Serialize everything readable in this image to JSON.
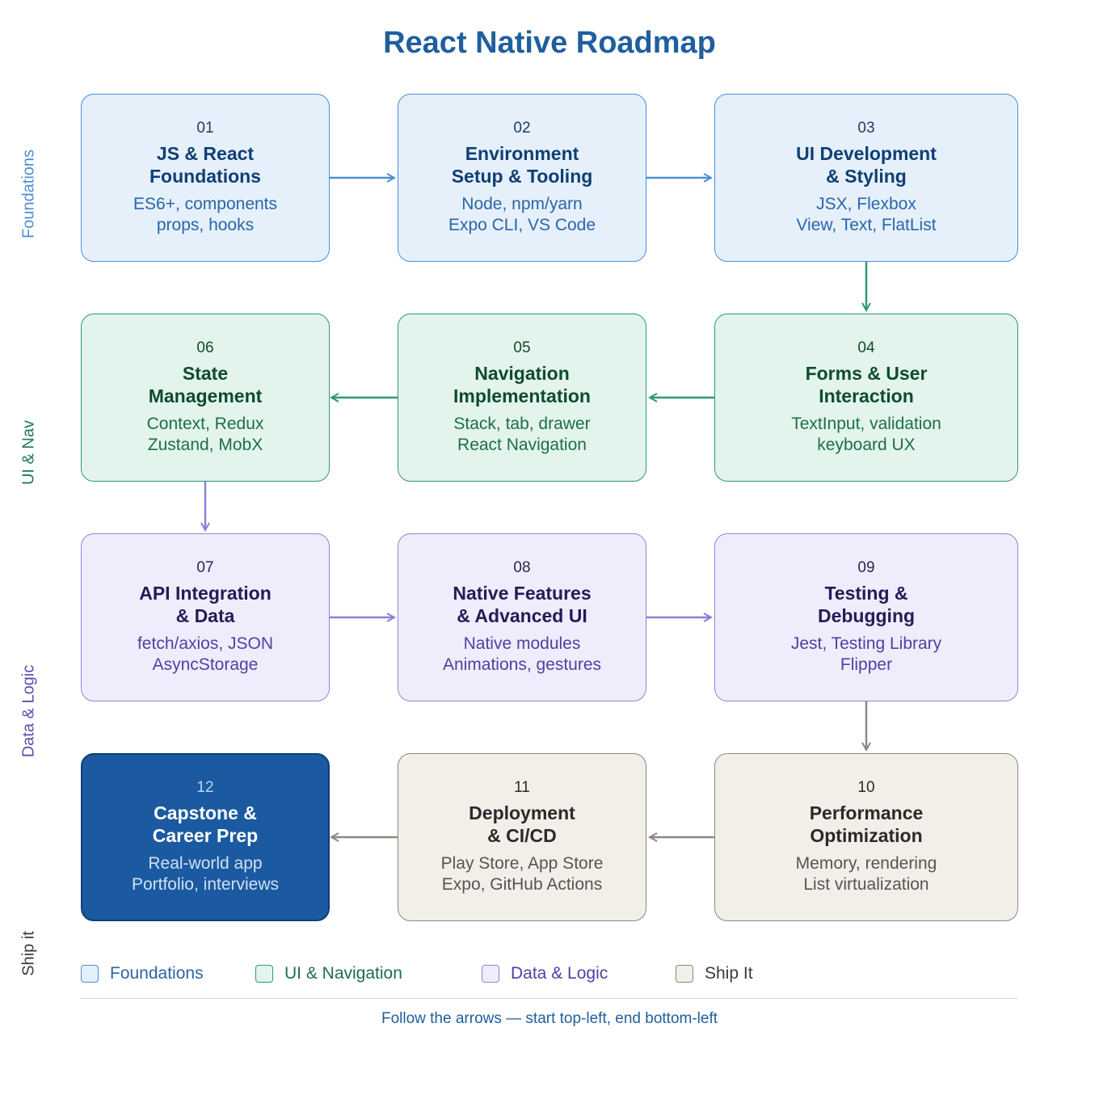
{
  "title": "React Native Roadmap",
  "side_labels": [
    {
      "text": "Foundations",
      "color": "#4a8fd6"
    },
    {
      "text": "UI & Nav",
      "color": "#1d7a52"
    },
    {
      "text": "Data & Logic",
      "color": "#5a4fb0"
    },
    {
      "text": "Ship it",
      "color": "#3a3a3a"
    }
  ],
  "steps": [
    {
      "num": "01",
      "title": [
        "JS & React",
        "Foundations"
      ],
      "desc": [
        "ES6+, components",
        "props, hooks"
      ],
      "group": "Foundations"
    },
    {
      "num": "02",
      "title": [
        "Environment",
        "Setup & Tooling"
      ],
      "desc": [
        "Node, npm/yarn",
        "Expo CLI, VS Code"
      ],
      "group": "Foundations"
    },
    {
      "num": "03",
      "title": [
        "UI Development",
        "& Styling"
      ],
      "desc": [
        "JSX, Flexbox",
        "View, Text, FlatList"
      ],
      "group": "Foundations"
    },
    {
      "num": "04",
      "title": [
        "Forms & User",
        "Interaction"
      ],
      "desc": [
        "TextInput, validation",
        "keyboard UX"
      ],
      "group": "UI & Navigation"
    },
    {
      "num": "05",
      "title": [
        "Navigation",
        "Implementation"
      ],
      "desc": [
        "Stack, tab, drawer",
        "React Navigation"
      ],
      "group": "UI & Navigation"
    },
    {
      "num": "06",
      "title": [
        "State",
        "Management"
      ],
      "desc": [
        "Context, Redux",
        "Zustand, MobX"
      ],
      "group": "UI & Navigation"
    },
    {
      "num": "07",
      "title": [
        "API Integration",
        "& Data"
      ],
      "desc": [
        "fetch/axios, JSON",
        "AsyncStorage"
      ],
      "group": "Data & Logic"
    },
    {
      "num": "08",
      "title": [
        "Native Features",
        "& Advanced UI"
      ],
      "desc": [
        "Native modules",
        "Animations, gestures"
      ],
      "group": "Data & Logic"
    },
    {
      "num": "09",
      "title": [
        "Testing &",
        "Debugging"
      ],
      "desc": [
        "Jest, Testing Library",
        "Flipper"
      ],
      "group": "Data & Logic"
    },
    {
      "num": "10",
      "title": [
        "Performance",
        "Optimization"
      ],
      "desc": [
        "Memory, rendering",
        "List virtualization"
      ],
      "group": "Ship It"
    },
    {
      "num": "11",
      "title": [
        "Deployment",
        "& CI/CD"
      ],
      "desc": [
        "Play Store, App Store",
        "Expo, GitHub Actions"
      ],
      "group": "Ship It"
    },
    {
      "num": "12",
      "title": [
        "Capstone &",
        "Career Prep"
      ],
      "desc": [
        "Real-world app",
        "Portfolio, interviews"
      ],
      "group": "Capstone"
    }
  ],
  "legend": [
    {
      "label": "Foundations",
      "fill": "#e5f0fb",
      "border": "#4a8fd6",
      "text_color": "#2a65a8"
    },
    {
      "label": "UI & Navigation",
      "fill": "#e2f4ec",
      "border": "#2e9a70",
      "text_color": "#1d6e4b"
    },
    {
      "label": "Data & Logic",
      "fill": "#efedfb",
      "border": "#9184d6",
      "text_color": "#4d42a4"
    },
    {
      "label": "Ship It",
      "fill": "#f2efe9",
      "border": "#8a8882",
      "text_color": "#3a3a3a"
    }
  ],
  "footer": "Follow the arrows — start top-left, end bottom-left",
  "colors": {
    "title": "#1f5f9e",
    "arrow_foundations": "#4a8fd6",
    "arrow_ui": "#2e9a70",
    "arrow_data": "#8a7fd9",
    "arrow_ship": "#8a8882"
  }
}
